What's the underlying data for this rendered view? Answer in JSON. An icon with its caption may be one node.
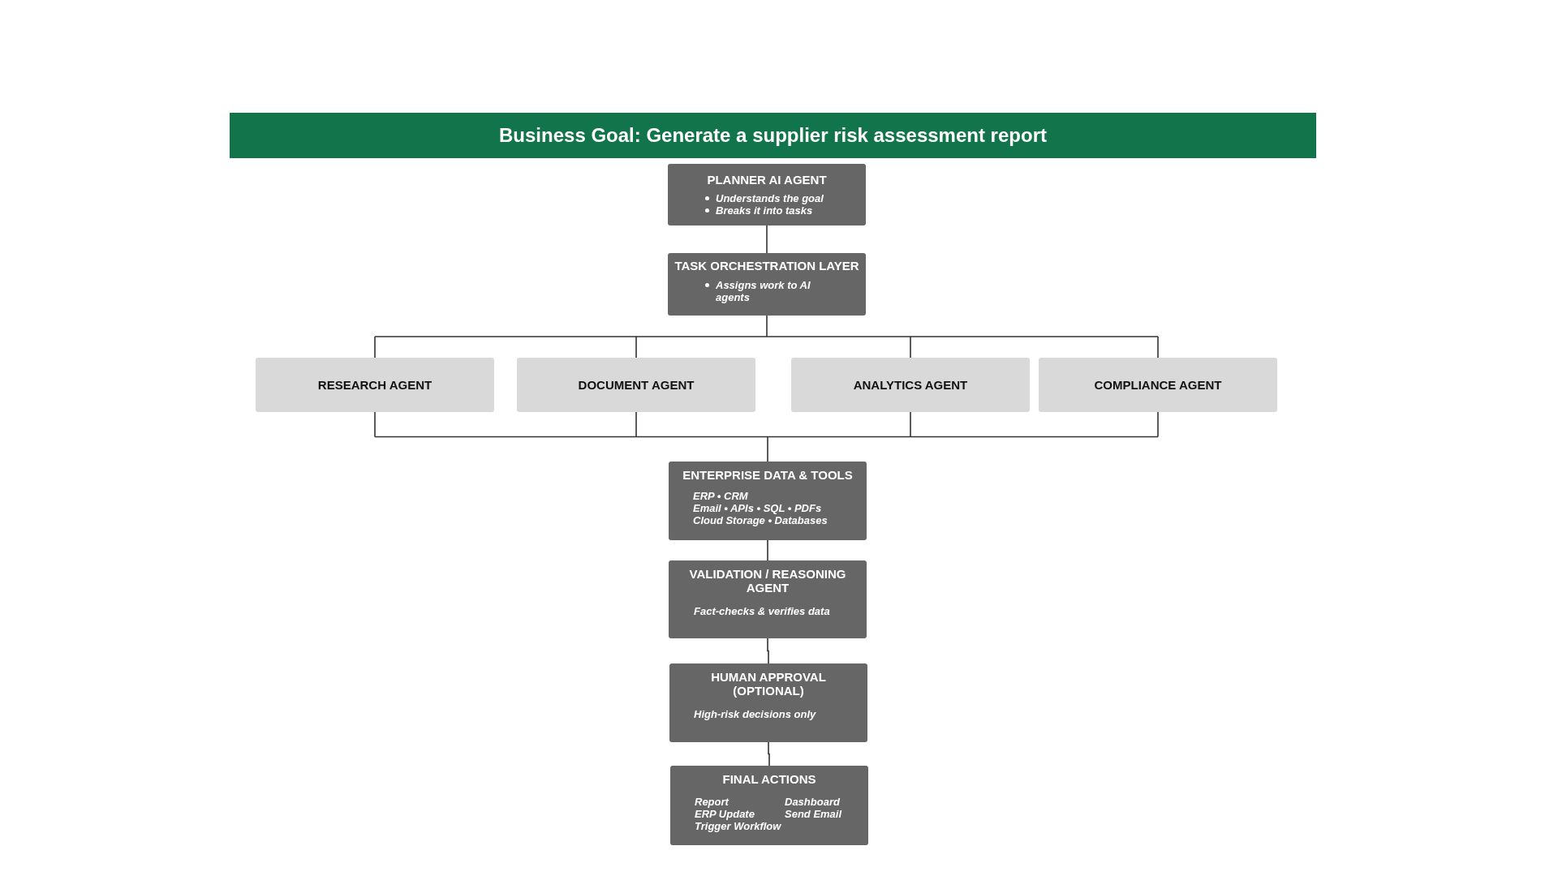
{
  "diagram": {
    "title": "Business Goal: Generate a supplier risk assessment report",
    "nodes": [
      {
        "text": [
          "PLANNER AI AGENT",
          "Understands the goal",
          "Breaks it into tasks"
        ]
      },
      {
        "text": [
          "TASK ORCHESTRATION LAYER",
          "Assigns work to AI agents"
        ]
      },
      {
        "text": [
          "RESEARCH AGENT"
        ]
      },
      {
        "text": [
          "DOCUMENT AGENT"
        ]
      },
      {
        "text": [
          "ANALYTICS AGENT"
        ]
      },
      {
        "text": [
          "COMPLIANCE AGENT"
        ]
      },
      {
        "text": [
          "ENTERPRISE DATA & TOOLS",
          "ERP • CRM",
          "Email • APIs • SQL • PDFs",
          "Cloud Storage • Databases"
        ]
      },
      {
        "text": [
          "VALIDATION / REASONING AGENT",
          "Fact-checks & verifies data"
        ]
      },
      {
        "text": [
          "HUMAN APPROVAL (OPTIONAL)",
          "High-risk decisions only"
        ]
      },
      {
        "text": [
          "FINAL ACTIONS",
          "Report",
          "Dashboard",
          "ERP Update",
          "Send Email",
          "Trigger Workflow"
        ]
      }
    ],
    "edges": [
      {
        "from": 0,
        "to": 1,
        "arrow": "none"
      },
      {
        "from": 1,
        "to": 2,
        "arrow": "none"
      },
      {
        "from": 1,
        "to": 3,
        "arrow": "none"
      },
      {
        "from": 1,
        "to": 4,
        "arrow": "none"
      },
      {
        "from": 1,
        "to": 5,
        "arrow": "none"
      },
      {
        "from": 2,
        "to": 6,
        "arrow": "none"
      },
      {
        "from": 3,
        "to": 6,
        "arrow": "none"
      },
      {
        "from": 4,
        "to": 6,
        "arrow": "none"
      },
      {
        "from": 5,
        "to": 6,
        "arrow": "none"
      },
      {
        "from": 6,
        "to": 7,
        "arrow": "none"
      },
      {
        "from": 7,
        "to": 8,
        "arrow": "none"
      },
      {
        "from": 8,
        "to": 9,
        "arrow": "none"
      }
    ]
  }
}
